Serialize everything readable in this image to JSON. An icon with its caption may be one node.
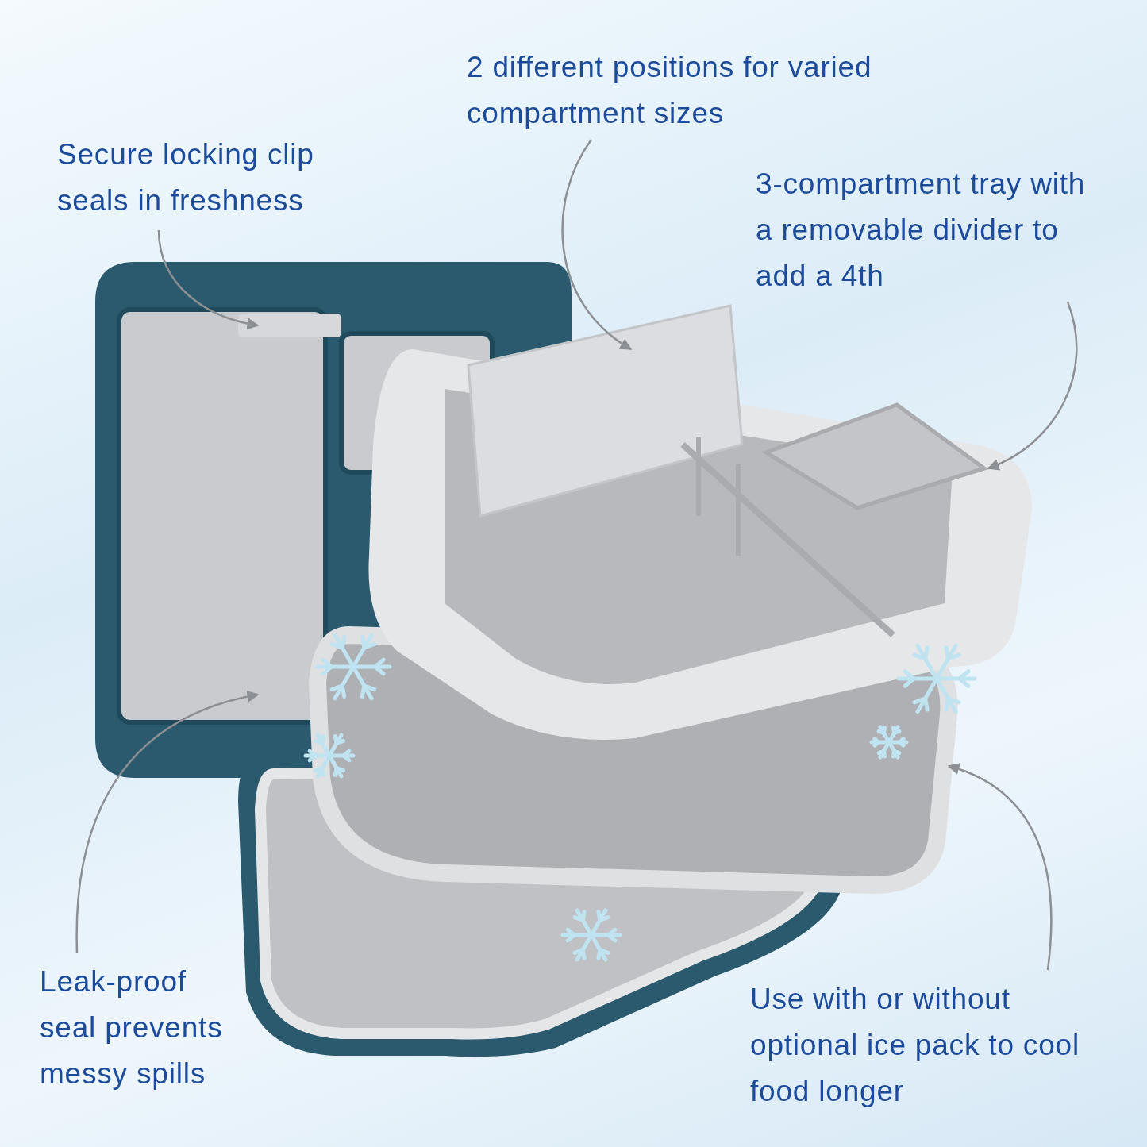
{
  "diagram": {
    "nodes": [
      {
        "text": [
          "2 different positions for varied compartment sizes"
        ]
      },
      {
        "text": [
          "Secure locking clip seals in freshness"
        ]
      },
      {
        "text": [
          "3-compartment tray with a removable divider to add a 4th"
        ]
      },
      {
        "text": [
          "Leak-proof seal prevents messy spills"
        ]
      },
      {
        "text": [
          "Use with or without optional ice pack to cool food longer"
        ]
      }
    ],
    "edges": [
      {
        "from": 0,
        "to": null,
        "arrow": "to"
      },
      {
        "from": 1,
        "to": null,
        "arrow": "to"
      },
      {
        "from": 2,
        "to": null,
        "arrow": "to"
      },
      {
        "from": 3,
        "to": null,
        "arrow": "to"
      },
      {
        "from": 4,
        "to": null,
        "arrow": "to"
      }
    ]
  }
}
